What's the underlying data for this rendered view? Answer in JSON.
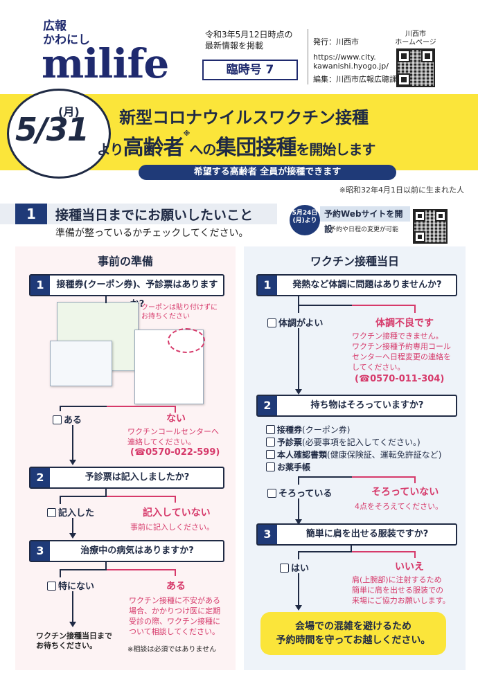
{
  "header": {
    "brand_line1": "広報",
    "brand_line2": "かわにし",
    "brand_main": "milife",
    "info_line1": "令和3年5月12日時点の",
    "info_line2": "最新情報を掲載",
    "issue": "臨時号 7",
    "publisher": "発行：川西市",
    "url_line1": "https://www.city.",
    "url_line2": "kawanishi.hyogo.jp/",
    "editor": "編集：川西市広報広聴課",
    "hp_label_line1": "川西市",
    "hp_label_line2": "ホームページ"
  },
  "banner": {
    "date": "5/31",
    "day": "(月)",
    "title_line1": "新型コロナウイルスワクチン接種",
    "title_prefix": "より",
    "title_main1": "高齢者",
    "title_mark": "※",
    "title_mid": "への",
    "title_main2": "集団接種",
    "title_suffix": "を開始します",
    "subtitle": "希望する高齢者 全員が接種できます",
    "note": "※昭和32年4月1日以前に生まれた人"
  },
  "section1": {
    "number": "1",
    "title": "接種当日までにお願いしたいこと",
    "subtitle": "準備が整っているかチェックしてください。",
    "web_date_line1": "5月24日",
    "web_date_line2": "(月)より",
    "web_title": "予約Webサイトを開設",
    "web_sub": "予約や日程の変更が可能"
  },
  "left": {
    "heading": "事前の準備",
    "q1": {
      "num": "1",
      "text": "接種券(クーポン券)、予診票はありますか?"
    },
    "coupon_note_line1": "クーポンは貼り付けずに",
    "coupon_note_line2": "お持ちください",
    "q1_yes": "ある",
    "q1_no": "ない",
    "q1_no_text_line1": "ワクチンコールセンターへ",
    "q1_no_text_line2": "連絡してください。",
    "q1_no_tel": "(☎0570-022-599)",
    "q2": {
      "num": "2",
      "text": "予診票は記入しましたか?"
    },
    "q2_yes": "記入した",
    "q2_no": "記入していない",
    "q2_no_text": "事前に記入しください。",
    "q3": {
      "num": "3",
      "text": "治療中の病気はありますか?"
    },
    "q3_yes": "特にない",
    "q3_no": "ある",
    "q3_no_text": [
      "ワクチン接種に不安がある",
      "場合、かかりつけ医に定期",
      "受診の際、ワクチン接種に",
      "ついて相談してください。"
    ],
    "final_line1": "ワクチン接種当日まで",
    "final_line2": "お待ちください。",
    "final_note": "※相談は必須ではありません"
  },
  "right": {
    "heading": "ワクチン接種当日",
    "q1": {
      "num": "1",
      "text": "発熱など体調に問題はありませんか?"
    },
    "q1_yes": "体調がよい",
    "q1_no": "体調不良です",
    "q1_no_text": [
      "ワクチン接種できません。",
      "ワクチン接種予約専用コール",
      "センターへ日程変更の連絡を",
      "してください。"
    ],
    "q1_no_tel": "(☎0570-011-304)",
    "q2": {
      "num": "2",
      "text": "持ち物はそろっていますか?"
    },
    "items": [
      {
        "bold": "接種券",
        "rest": "(クーポン券)"
      },
      {
        "bold": "予診票",
        "rest": "(必要事項を記入してください。)"
      },
      {
        "bold": "本人確認書類",
        "rest": "(健康保険証、運転免許証など)"
      },
      {
        "bold": "お薬手帳",
        "rest": ""
      }
    ],
    "q2_yes": "そろっている",
    "q2_no": "そろっていない",
    "q2_no_text": "4点をそろえてください。",
    "q3": {
      "num": "3",
      "text": "簡単に肩を出せる服装ですか?"
    },
    "q3_yes": "はい",
    "q3_no": "いいえ",
    "q3_no_text": [
      "肩(上腕部)に注射するため",
      "簡単に肩を出せる服装での",
      "来場にご協力お願いします。"
    ],
    "final_line1": "会場での混雑を避けるため",
    "final_line2": "予約時間を守ってお越しください。"
  }
}
